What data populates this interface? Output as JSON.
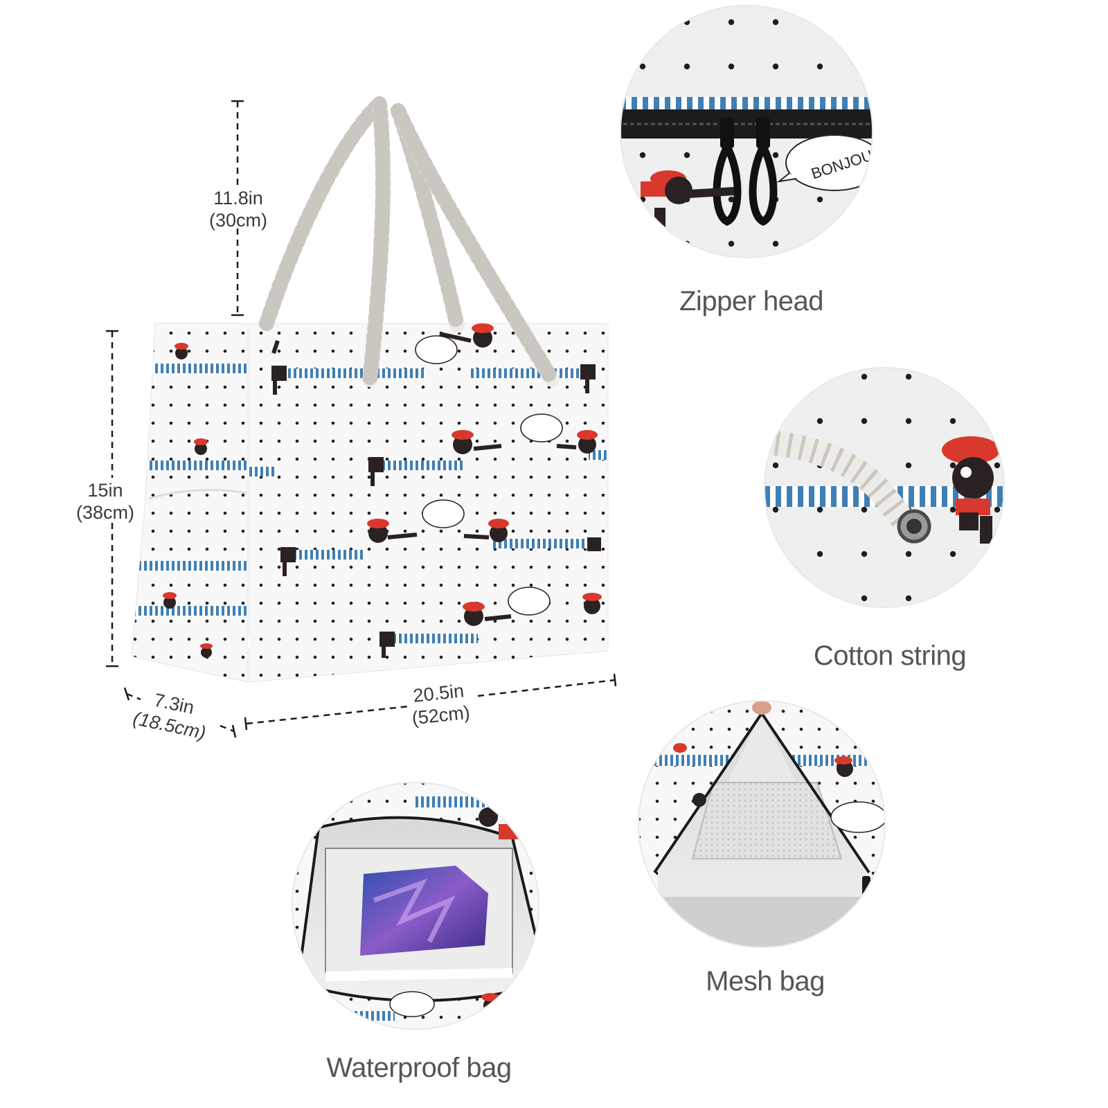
{
  "dimensions": {
    "handle": {
      "inches": "11.8in",
      "cm": "(30cm)"
    },
    "height": {
      "inches": "15in",
      "cm": "(38cm)"
    },
    "width": {
      "inches": "20.5in",
      "cm": "(52cm)"
    },
    "depth": {
      "inches": "7.3in",
      "cm": "(18.5cm)"
    }
  },
  "print_text": "BONJOUR",
  "features": [
    {
      "label": "Zipper head"
    },
    {
      "label": "Cotton string"
    },
    {
      "label": "Mesh bag"
    },
    {
      "label": "Waterproof bag"
    }
  ],
  "colors": {
    "stripe_blue": "#3f7fb4",
    "beret_red": "#d8392c",
    "dog_black": "#2a2222",
    "bag_white": "#f7f7f7",
    "rope_white": "#ecebe6"
  }
}
